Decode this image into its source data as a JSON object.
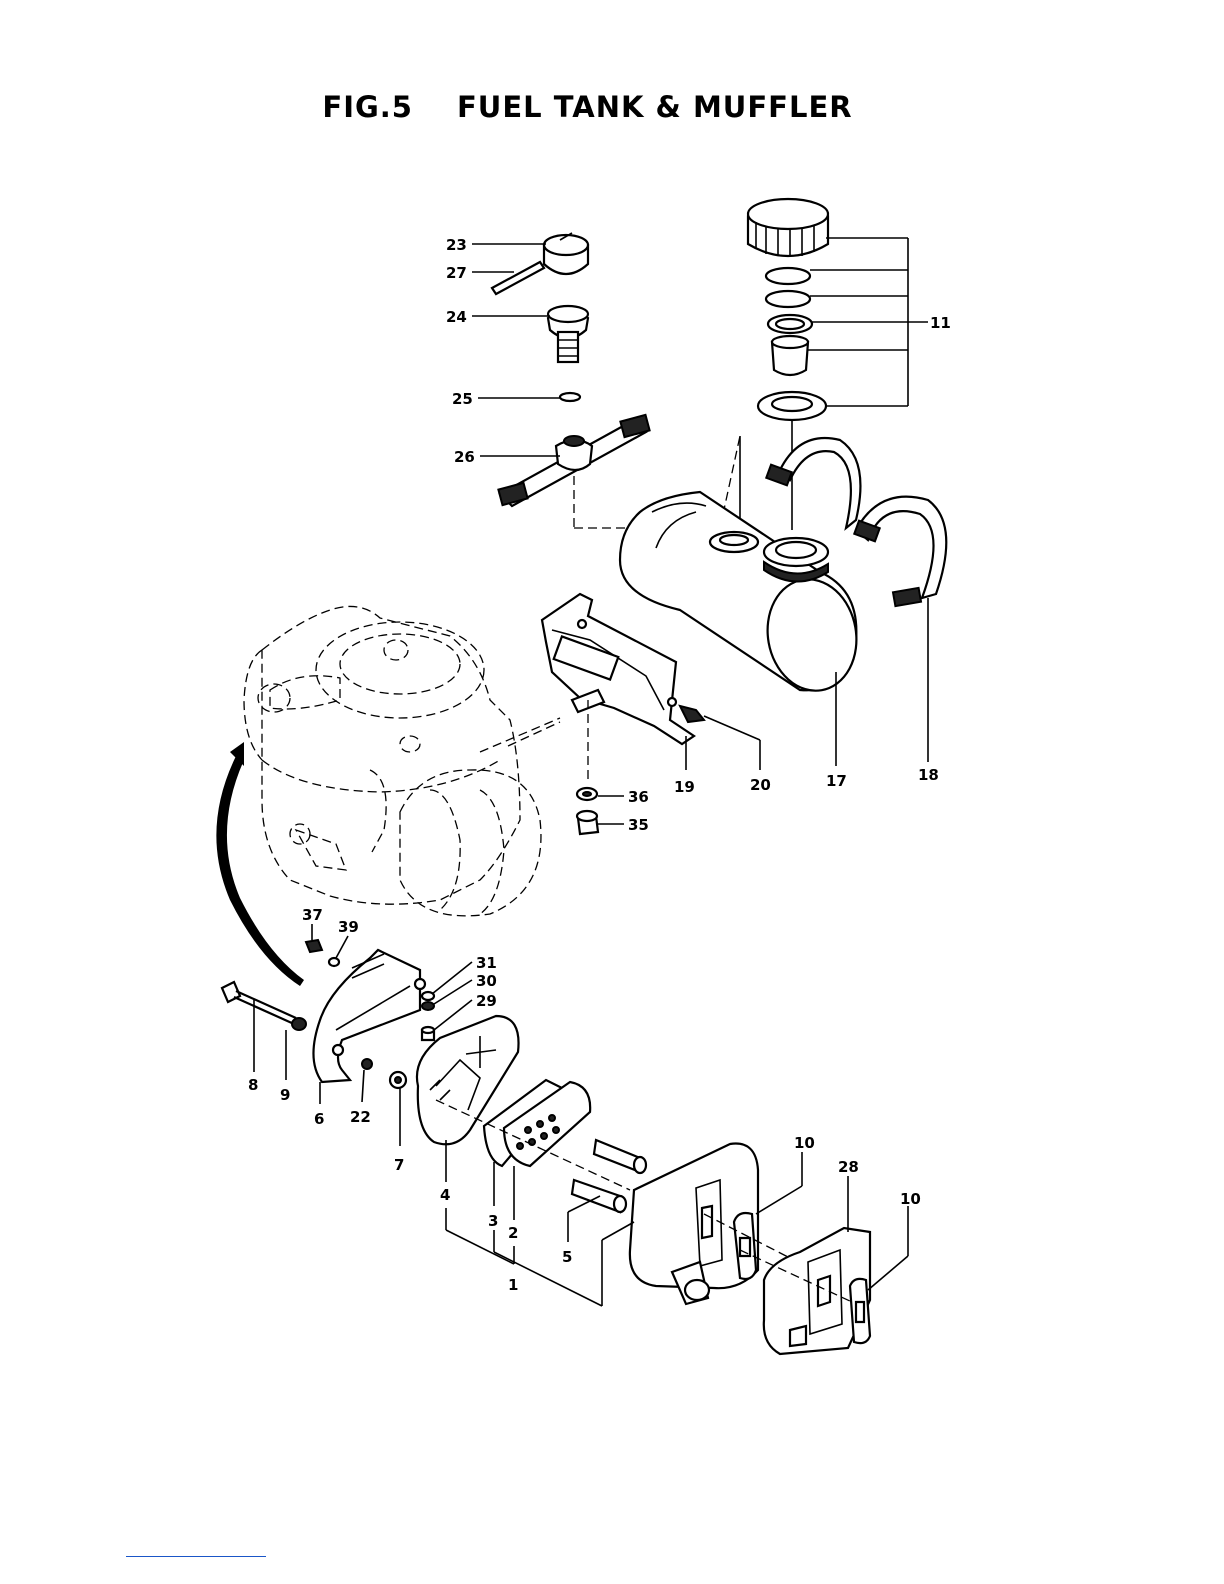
{
  "figure": {
    "number": "FIG.5",
    "title": "FUEL TANK & MUFFLER"
  },
  "callouts": {
    "c1": "1",
    "c2": "2",
    "c3": "3",
    "c4": "4",
    "c5": "5",
    "c6": "6",
    "c7": "7",
    "c8": "8",
    "c9": "9",
    "c10a": "10",
    "c10b": "10",
    "c11": "11",
    "c17": "17",
    "c18": "18",
    "c19": "19",
    "c20": "20",
    "c22": "22",
    "c23": "23",
    "c24": "24",
    "c25": "25",
    "c26": "26",
    "c27": "27",
    "c28": "28",
    "c29": "29",
    "c30": "30",
    "c31": "31",
    "c35": "35",
    "c36": "36",
    "c37": "37",
    "c39": "39"
  },
  "colors": {
    "ink": "#000000",
    "paper": "#ffffff",
    "footer_rule": "#1a56c8"
  }
}
